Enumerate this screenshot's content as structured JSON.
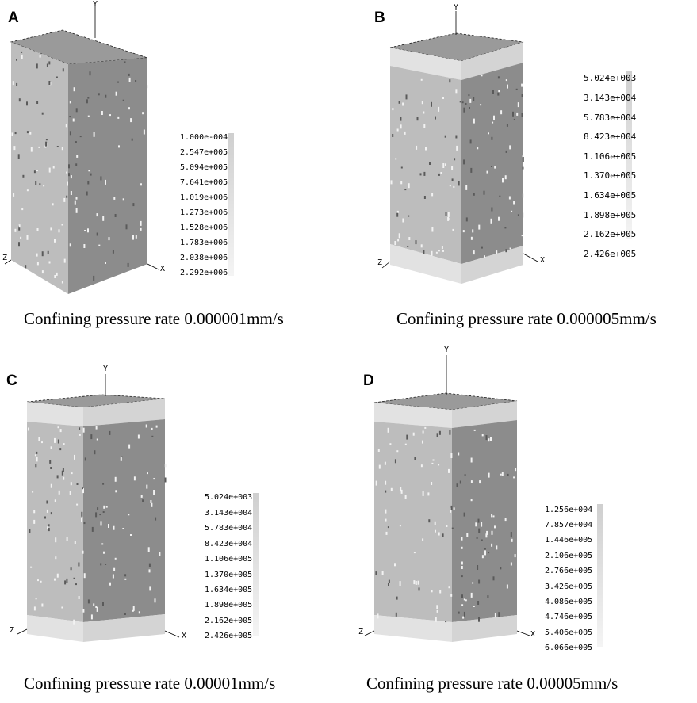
{
  "panels": [
    {
      "letter": "A",
      "caption": "Confining pressure rate 0.000001mm/s",
      "axes": {
        "y": "Y",
        "x": "X",
        "z": "Z"
      },
      "legend": [
        "1.000e-004",
        "2.547e+005",
        "5.094e+005",
        "7.641e+005",
        "1.019e+006",
        "1.273e+006",
        "1.528e+006",
        "1.783e+006",
        "2.038e+006",
        "2.292e+006"
      ]
    },
    {
      "letter": "B",
      "caption": "Confining pressure rate 0.000005mm/s",
      "axes": {
        "y": "Y",
        "x": "X",
        "z": "Z"
      },
      "legend": [
        "5.024e+003",
        "3.143e+004",
        "5.783e+004",
        "8.423e+004",
        "1.106e+005",
        "1.370e+005",
        "1.634e+005",
        "1.898e+005",
        "2.162e+005",
        "2.426e+005"
      ]
    },
    {
      "letter": "C",
      "caption": "Confining pressure rate 0.00001mm/s",
      "axes": {
        "y": "Y",
        "x": "X",
        "z": "Z"
      },
      "legend": [
        "5.024e+003",
        "3.143e+004",
        "5.783e+004",
        "8.423e+004",
        "1.106e+005",
        "1.370e+005",
        "1.634e+005",
        "1.898e+005",
        "2.162e+005",
        "2.426e+005"
      ]
    },
    {
      "letter": "D",
      "caption": "Confining pressure rate 0.00005mm/s",
      "axes": {
        "y": "Y",
        "x": "X",
        "z": "Z"
      },
      "legend": [
        "1.256e+004",
        "7.857e+004",
        "1.446e+005",
        "2.106e+005",
        "2.766e+005",
        "3.426e+005",
        "4.086e+005",
        "4.746e+005",
        "5.406e+005",
        "6.066e+005"
      ]
    }
  ],
  "colors": {
    "front_face": "#bdbdbd",
    "side_face": "#8c8c8c",
    "top_face": "#9a9a9a",
    "platen": "#e2e2e2",
    "crack": "#f2f2f2"
  }
}
